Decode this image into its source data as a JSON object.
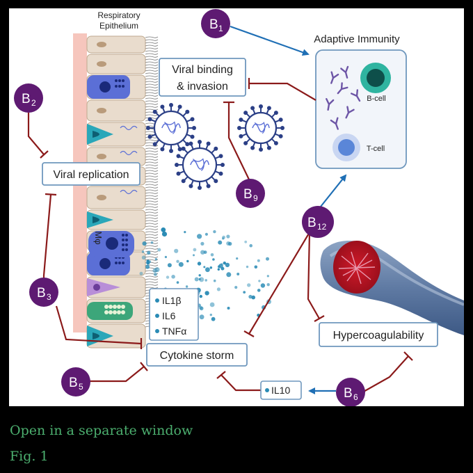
{
  "figure": {
    "epithelium_label_line1": "Respiratory",
    "epithelium_label_line2": "Epithelium",
    "macrophage_label": "Mφ",
    "boxes": {
      "viral_binding_line1": "Viral binding",
      "viral_binding_line2": "& invasion",
      "viral_replication": "Viral replication",
      "cytokine_storm": "Cytokine storm",
      "hypercoagulability": "Hypercoagulability",
      "il10": "IL10",
      "cytokines": [
        "IL1β",
        "IL6",
        "TNFα"
      ]
    },
    "adaptive_immunity": {
      "title": "Adaptive Immunity",
      "b_cell": "B-cell",
      "t_cell": "T-cell"
    },
    "badges": {
      "b1": {
        "main": "B",
        "sub": "1"
      },
      "b2": {
        "main": "B",
        "sub": "2"
      },
      "b3": {
        "main": "B",
        "sub": "3"
      },
      "b5": {
        "main": "B",
        "sub": "5"
      },
      "b6": {
        "main": "B",
        "sub": "6"
      },
      "b9": {
        "main": "B",
        "sub": "9"
      },
      "b12": {
        "main": "B",
        "sub": "12"
      }
    },
    "colors": {
      "badge": "#5e1a72",
      "inhibit": "#8b1a1a",
      "activate": "#1f6fb5",
      "box_border": "#6f97bd",
      "particle": "#2a8bb5",
      "virus": "#2b3f86"
    }
  },
  "caption": {
    "link_text": "Open in a separate window",
    "figure_label": "Fig. 1"
  }
}
